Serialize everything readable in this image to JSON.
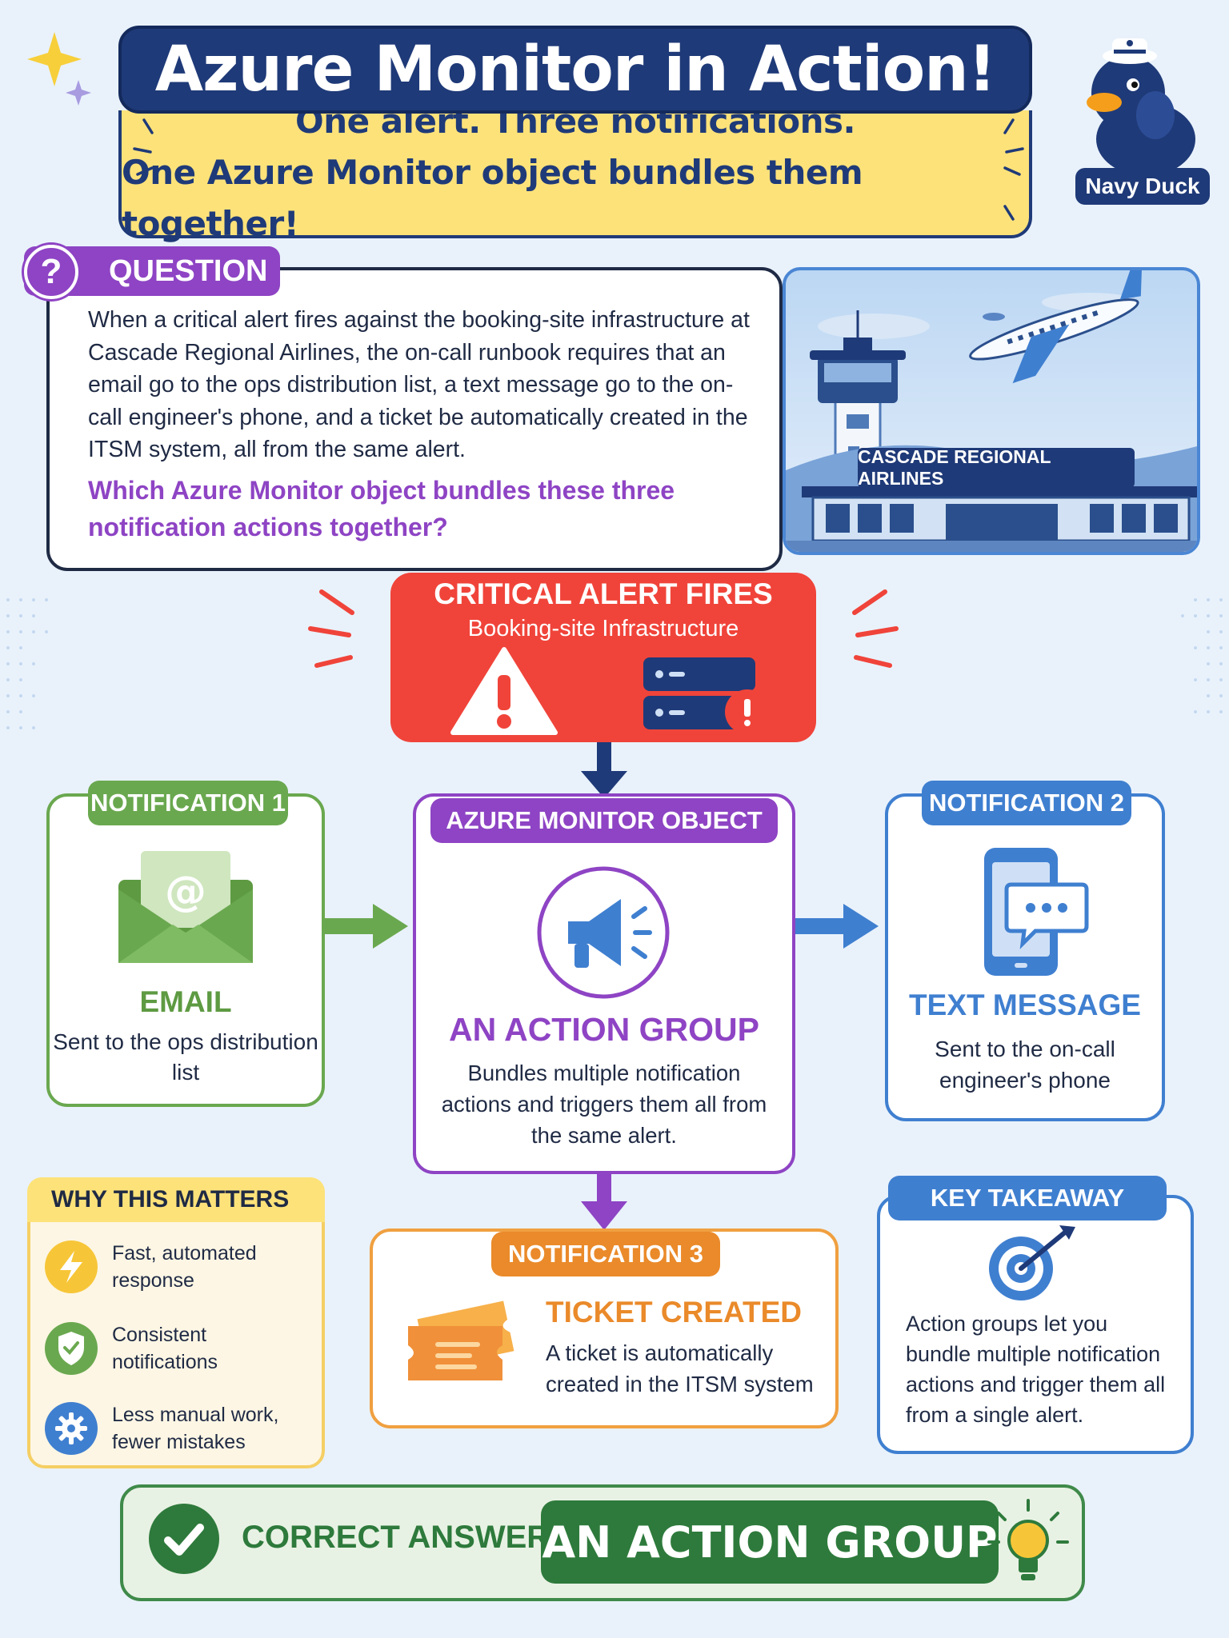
{
  "header": {
    "title": "Azure Monitor in Action!",
    "subtitle_line1": "One alert. Three notifications.",
    "subtitle_line2": "One Azure Monitor object bundles them together!"
  },
  "mascot": {
    "label": "Navy Duck"
  },
  "question": {
    "badge": "QUESTION",
    "body": "When a critical alert fires against the booking-site infrastructure at Cascade Regional Airlines, the on-call runbook requires that an email go to the ops distribution list, a text message go to the on-call engineer's phone, and a ticket be automatically created in the ITSM system, all from the same alert.",
    "ask": "Which Azure Monitor object bundles these three notification actions together?"
  },
  "airport": {
    "sign": "CASCADE REGIONAL AIRLINES"
  },
  "alert": {
    "title": "CRITICAL ALERT FIRES",
    "subtitle": "Booking-site Infrastructure"
  },
  "notification1": {
    "tag": "NOTIFICATION 1",
    "title": "EMAIL",
    "desc": "Sent to the ops distribution list",
    "icon": "email-envelope-icon"
  },
  "azure_object": {
    "tag": "AZURE MONITOR OBJECT",
    "title": "AN ACTION GROUP",
    "desc": "Bundles multiple notification actions and triggers them all from the same alert.",
    "icon": "megaphone-icon"
  },
  "notification2": {
    "tag": "NOTIFICATION 2",
    "title": "TEXT MESSAGE",
    "desc": "Sent to the on-call engineer's phone",
    "icon": "phone-chat-icon"
  },
  "why": {
    "title": "WHY THIS MATTERS",
    "items": [
      {
        "text": "Fast, automated response",
        "icon": "lightning-icon"
      },
      {
        "text": "Consistent notifications",
        "icon": "shield-check-icon"
      },
      {
        "text": "Less manual work, fewer mistakes",
        "icon": "gear-icon"
      }
    ]
  },
  "notification3": {
    "tag": "NOTIFICATION 3",
    "title": "TICKET CREATED",
    "desc": "A ticket is automatically created in the ITSM system",
    "icon": "ticket-icon"
  },
  "takeaway": {
    "tag": "KEY TAKEAWAY",
    "text": "Action groups let you bundle multiple notification actions and trigger them all from a single alert.",
    "icon": "target-icon"
  },
  "answer": {
    "label": "CORRECT ANSWER:",
    "value": "AN ACTION GROUP"
  },
  "colors": {
    "navy": "#1f3a78",
    "yellow": "#fde27a",
    "purple": "#8e44c4",
    "red": "#f0443a",
    "green": "#6aa84f",
    "blue": "#3f7fd0",
    "orange": "#ea8a2a",
    "answer_green": "#2e7a3c"
  }
}
